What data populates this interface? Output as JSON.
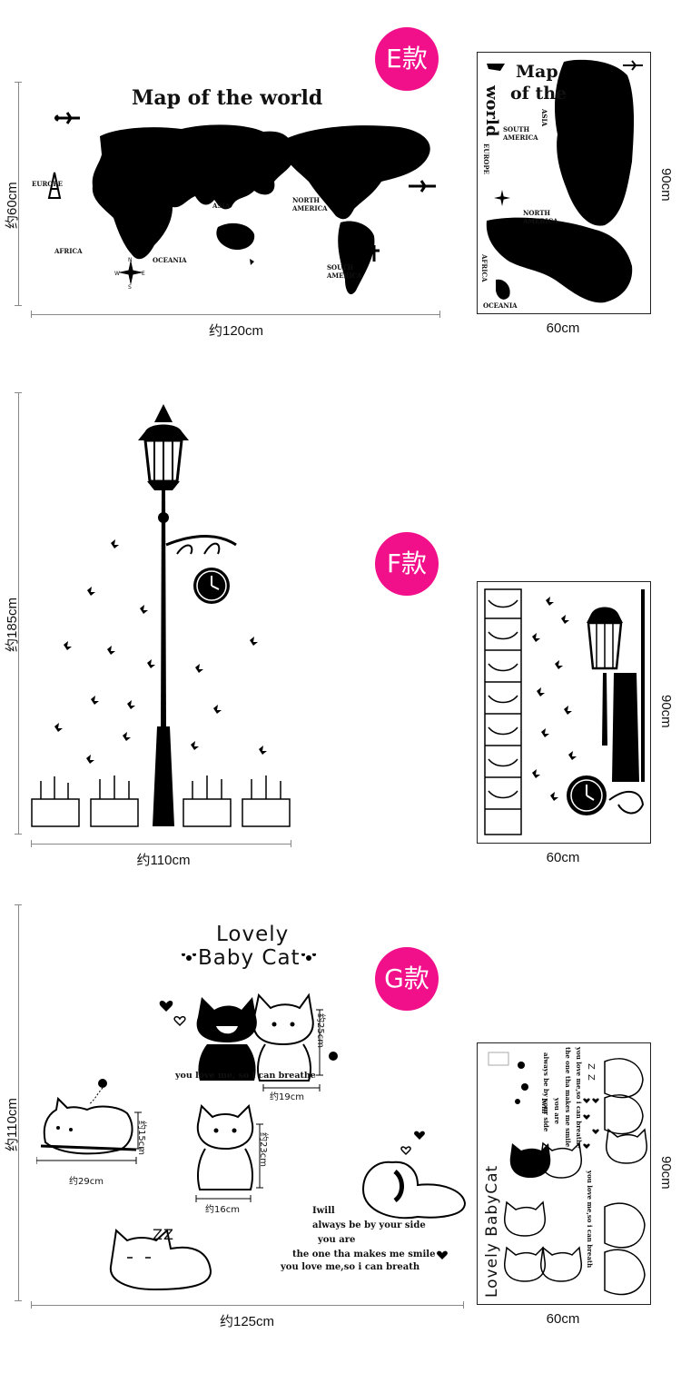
{
  "section_e": {
    "badge": "E款",
    "title": "Map of the world",
    "labels": {
      "europe": "EUROPE",
      "asia": "ASIA",
      "africa": "AFRICA",
      "oceania": "OCEANIA",
      "north_america": "NORTH AMERICA",
      "south_america": "SOUTH AMERICA"
    },
    "compass": {
      "n": "N",
      "s": "S",
      "e": "E",
      "w": "W"
    },
    "height_label": "约60cm",
    "width_label": "约120cm",
    "panel": {
      "title_line1": "Map",
      "title_line2": "of the",
      "title_line3": "world",
      "asia": "ASIA",
      "europe": "EUROPE",
      "africa": "AFRICA",
      "oceania": "OCEANIA",
      "south_america": "SOUTH AMERICA",
      "north_america": "NORTH AMERICA",
      "height": "90cm",
      "width": "60cm"
    }
  },
  "section_f": {
    "badge": "F款",
    "height_label": "约185cm",
    "width_label": "约110cm",
    "panel": {
      "height": "90cm",
      "width": "60cm"
    }
  },
  "section_g": {
    "badge": "G款",
    "title_line1": "Lovely",
    "title_line2": "Baby Cat",
    "caption_pair": "you love me, so i can breathe",
    "dims": {
      "pair_h": "约25cm",
      "pair_w": "约19cm",
      "lying_h": "约15cm",
      "lying_w": "约29cm",
      "sitting_h": "约23cm",
      "sitting_w": "约16cm"
    },
    "poem": [
      "Iwill",
      "always be by your side",
      "you are",
      "the one tha makes me smile",
      "you love me,so i can breath"
    ],
    "sleep": "ZZ",
    "height_label": "约110cm",
    "width_label": "约125cm",
    "panel": {
      "title": "Lovely BabyCat",
      "col1": "Iwill",
      "col2": "always be by your side",
      "col3": "you are",
      "col4": "the one tha makes me smile",
      "col5": "you love me,so i can breathe",
      "col6": "you love me,so i can breath",
      "zz": "Z Z",
      "height": "90cm",
      "width": "60cm"
    }
  }
}
